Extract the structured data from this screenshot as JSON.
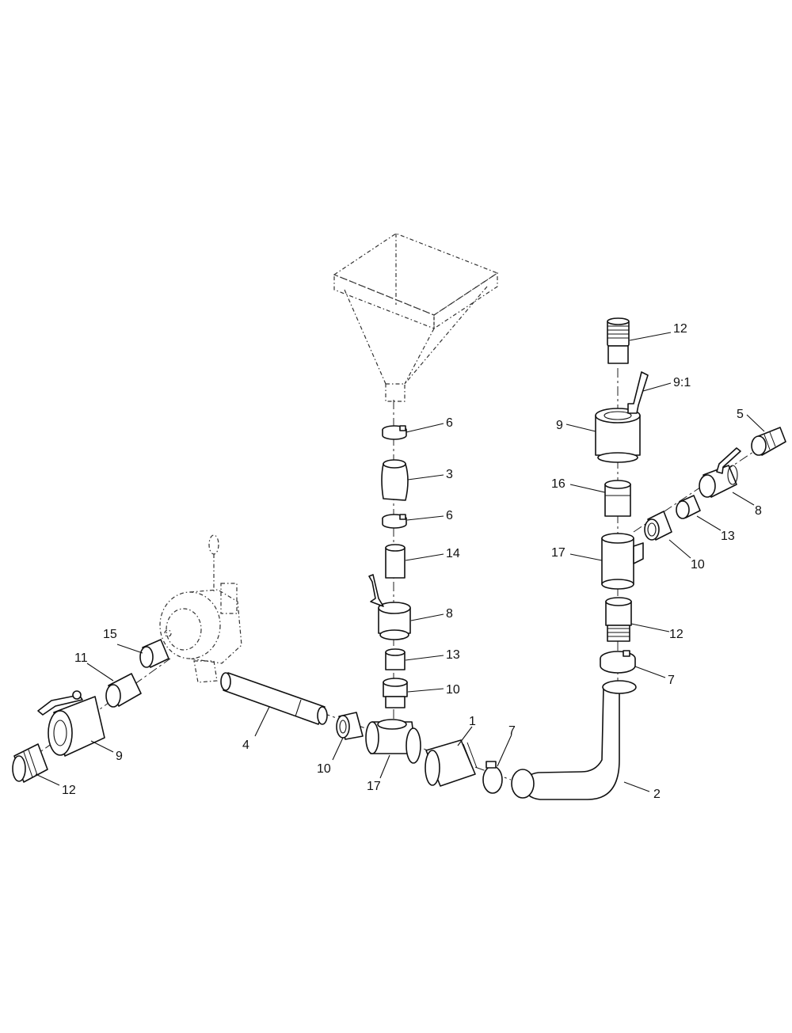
{
  "diagram": {
    "type": "exploded parts diagram",
    "callouts": {
      "c1": "1",
      "c2": "2",
      "c3": "3",
      "c4": "4",
      "c5": "5",
      "c6a": "6",
      "c6b": "6",
      "c7a": "7",
      "c7b": "7",
      "c8a": "8",
      "c8b": "8",
      "c9a": "9",
      "c9b": "9",
      "c9c": "9:1",
      "c10a": "10",
      "c10b": "10",
      "c10c": "10",
      "c11": "11",
      "c12a": "12",
      "c12b": "12",
      "c12c": "12",
      "c13a": "13",
      "c13b": "13",
      "c14": "14",
      "c15": "15",
      "c16": "16",
      "c17a": "17",
      "c17b": "17"
    }
  }
}
